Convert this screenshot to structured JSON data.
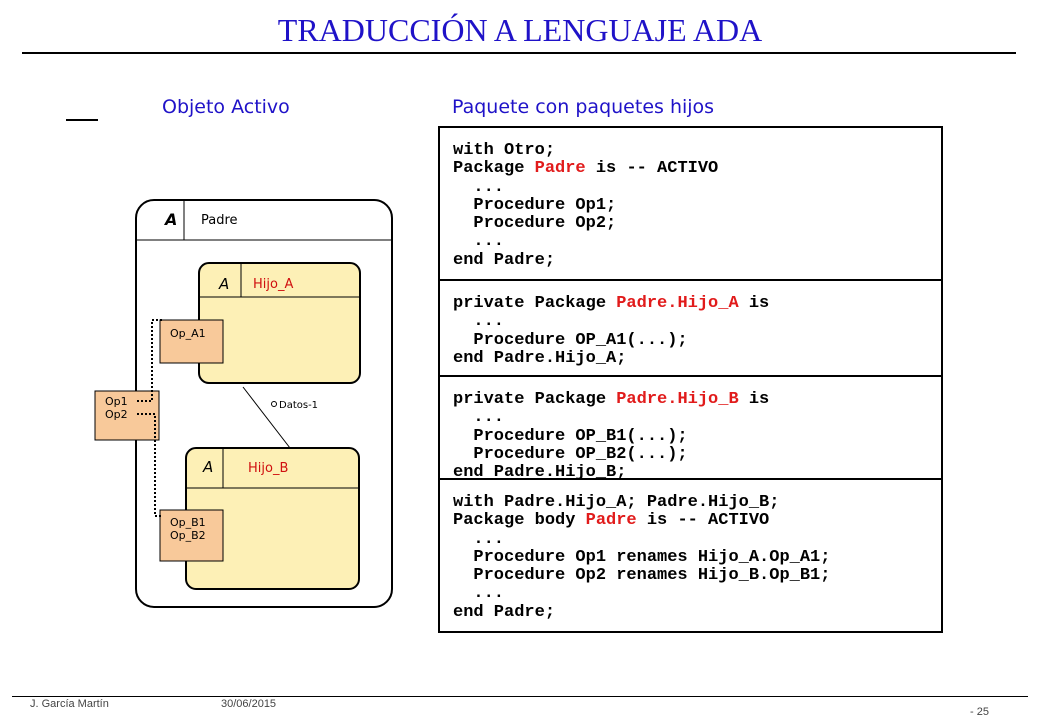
{
  "title": "TRADUCCIÓN  A LENGUAJE ADA",
  "left_heading": "Objeto Activo",
  "right_heading": "Paquete con paquetes hijos",
  "diagram": {
    "padre": {
      "marker": "A",
      "name": "Padre"
    },
    "hijo_a": {
      "marker": "A",
      "name": "Hijo_A",
      "port": "Op_A1"
    },
    "hijo_b": {
      "marker": "A",
      "name": "Hijo_B",
      "ports": [
        "Op_B1",
        "Op_B2"
      ]
    },
    "padre_ports": [
      "Op1",
      "Op2"
    ],
    "link_label": "Datos-1"
  },
  "code_blocks": [
    {
      "lines": [
        [
          {
            "t": "with Otro;"
          }
        ],
        [
          {
            "t": "Package "
          },
          {
            "t": "Padre",
            "red": true
          },
          {
            "t": " is -- ACTIVO"
          }
        ],
        [
          {
            "t": "  ..."
          }
        ],
        [
          {
            "t": "  Procedure Op1;"
          }
        ],
        [
          {
            "t": "  Procedure Op2;"
          }
        ],
        [
          {
            "t": "  ..."
          }
        ],
        [
          {
            "t": "end Padre;"
          }
        ]
      ]
    },
    {
      "lines": [
        [
          {
            "t": "private Package "
          },
          {
            "t": "Padre.Hijo_A",
            "red": true
          },
          {
            "t": " is"
          }
        ],
        [
          {
            "t": "  ..."
          }
        ],
        [
          {
            "t": "  Procedure OP_A1(...);"
          }
        ],
        [
          {
            "t": "end Padre.Hijo_A;"
          }
        ]
      ]
    },
    {
      "lines": [
        [
          {
            "t": "private Package "
          },
          {
            "t": "Padre.Hijo_B",
            "red": true
          },
          {
            "t": " is"
          }
        ],
        [
          {
            "t": "  ..."
          }
        ],
        [
          {
            "t": "  Procedure OP_B1(...);"
          }
        ],
        [
          {
            "t": "  Procedure OP_B2(...);"
          }
        ],
        [
          {
            "t": "end Padre.Hijo_B;"
          }
        ]
      ]
    },
    {
      "lines": [
        [
          {
            "t": "with Padre.Hijo_A; Padre.Hijo_B;"
          }
        ],
        [
          {
            "t": "Package body "
          },
          {
            "t": "Padre",
            "red": true
          },
          {
            "t": " is -- ACTIVO"
          }
        ],
        [
          {
            "t": "  ..."
          }
        ],
        [
          {
            "t": "  Procedure Op1 renames Hijo_A.Op_A1;"
          }
        ],
        [
          {
            "t": "  Procedure Op2 renames Hijo_B.Op_B1;"
          }
        ],
        [
          {
            "t": "  ..."
          }
        ],
        [
          {
            "t": "end Padre;"
          }
        ]
      ]
    }
  ],
  "footer": {
    "author": "J. García Martín",
    "date": "30/06/2015",
    "page": "- 25"
  }
}
